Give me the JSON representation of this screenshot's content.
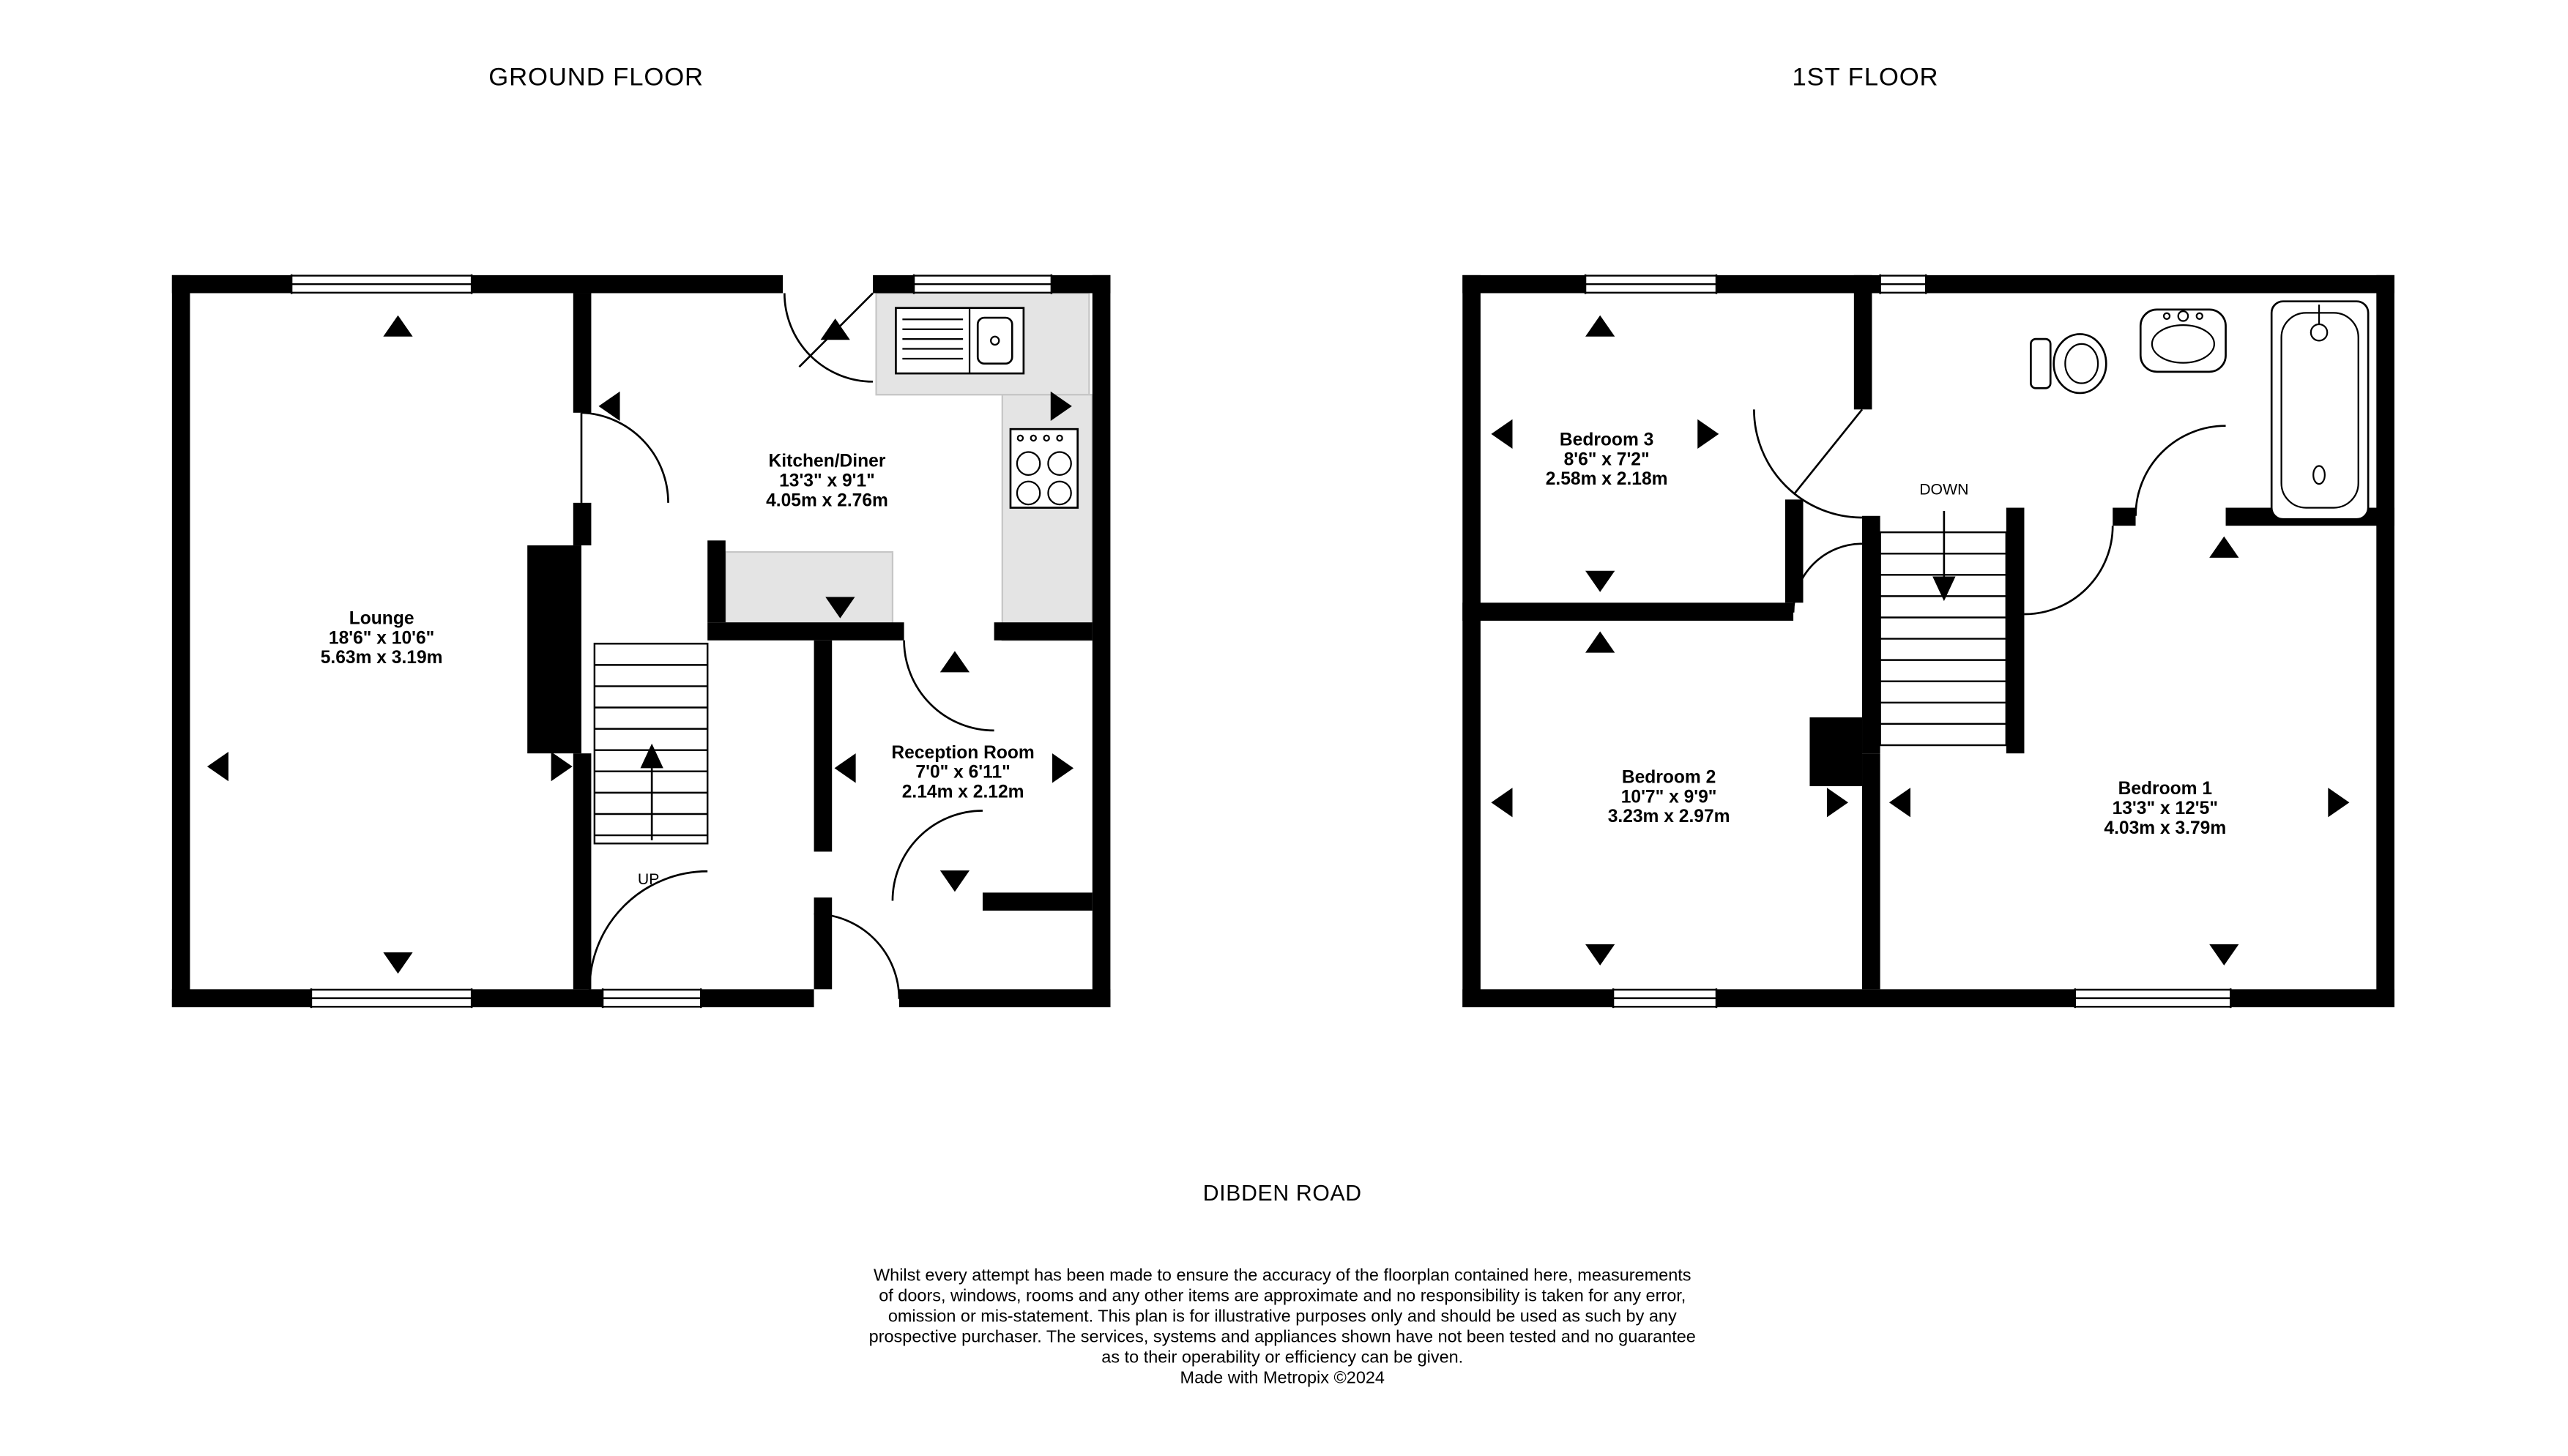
{
  "titles": {
    "ground_floor": "GROUND FLOOR",
    "first_floor": "1ST FLOOR",
    "road": "DIBDEN ROAD"
  },
  "ground_floor": {
    "stairs_label": "UP",
    "rooms": [
      {
        "name": "Lounge",
        "imperial": "18'6\" x 10'6\"",
        "metric": "5.63m x 3.19m"
      },
      {
        "name": "Kitchen/Diner",
        "imperial": "13'3\" x 9'1\"",
        "metric": "4.05m x 2.76m"
      },
      {
        "name": "Reception Room",
        "imperial": "7'0\" x 6'11\"",
        "metric": "2.14m x 2.12m"
      }
    ]
  },
  "first_floor": {
    "stairs_label": "DOWN",
    "rooms": [
      {
        "name": "Bedroom 3",
        "imperial": "8'6\" x 7'2\"",
        "metric": "2.58m x 2.18m"
      },
      {
        "name": "Bedroom 2",
        "imperial": "10'7\" x 9'9\"",
        "metric": "3.23m x 2.97m"
      },
      {
        "name": "Bedroom 1",
        "imperial": "13'3\" x 12'5\"",
        "metric": "4.03m x 3.79m"
      }
    ]
  },
  "disclaimer": {
    "lines": [
      "Whilst every attempt has been made to ensure the accuracy of the floorplan contained here, measurements",
      "of doors, windows, rooms and any other items are approximate and no responsibility is taken for any error,",
      "omission or mis-statement. This plan is for illustrative purposes only and should be used as such by any",
      "prospective purchaser. The services, systems and appliances shown have not been tested and no guarantee",
      "as to their operability or efficiency can be given.",
      "Made with Metropix ©2024"
    ]
  },
  "colors": {
    "wall": "#000000",
    "counter": "#e4e4e4",
    "background": "#ffffff"
  }
}
